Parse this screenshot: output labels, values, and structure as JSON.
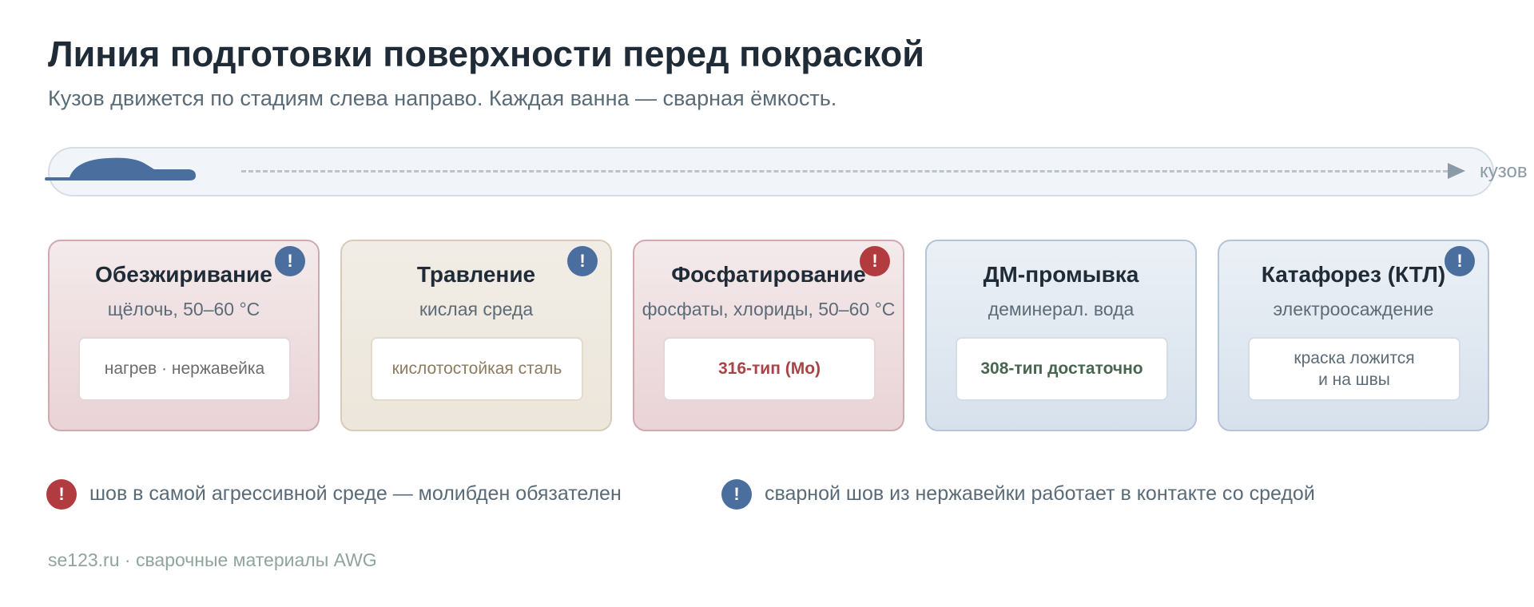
{
  "header": {
    "title": "Линия подготовки поверхности перед покраской",
    "subtitle": "Кузов движется по стадиям слева направо. Каждая ванна — сварная ёмкость."
  },
  "track": {
    "label": "кузов",
    "car_color": "#4a6e9d"
  },
  "stages": [
    {
      "name": "Обезжиривание",
      "condition": "щёлочь, 50–60 °C",
      "note": "нагрев · нержавейка",
      "theme": "red",
      "badge": "blue",
      "badge_text": "!"
    },
    {
      "name": "Травление",
      "condition": "кислая среда",
      "note": "кислотостойкая сталь",
      "theme": "beige",
      "badge": "blue",
      "badge_text": "!"
    },
    {
      "name": "Фосфатирование",
      "condition": "фосфаты, хлориды, 50–60 °C",
      "note": "316-тип (Mo)",
      "theme": "red",
      "badge": "red",
      "badge_text": "!"
    },
    {
      "name": "ДМ-промывка",
      "condition": "деминерал. вода",
      "note": "308-тип достаточно",
      "theme": "blue",
      "badge": "none"
    },
    {
      "name": "Катафорез (КТЛ)",
      "condition": "электроосаждение",
      "note": "краска ложится\nи на швы",
      "theme": "blue",
      "badge": "blue",
      "badge_text": "!"
    }
  ],
  "legend": [
    {
      "icon": "!",
      "color": "#b23b3f",
      "text": "шов в самой агрессивной среде — молибден обязателен"
    },
    {
      "icon": "!",
      "color": "#4a6e9d",
      "text": "сварной шов из нержавейки работает в контакте со средой"
    }
  ],
  "footer": "se123.ru · сварочные материалы AWG"
}
